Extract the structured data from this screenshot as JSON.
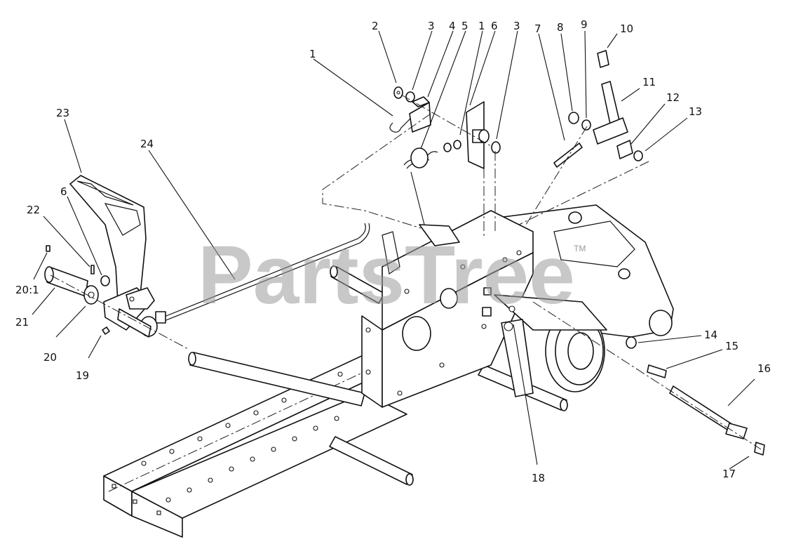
{
  "watermark": {
    "text": "PartsTree",
    "trademark": "TM"
  },
  "callouts": [
    {
      "id": "c1a",
      "label": "1"
    },
    {
      "id": "c2",
      "label": "2"
    },
    {
      "id": "c3a",
      "label": "3"
    },
    {
      "id": "c4",
      "label": "4"
    },
    {
      "id": "c5",
      "label": "5"
    },
    {
      "id": "c1b",
      "label": "1"
    },
    {
      "id": "c6a",
      "label": "6"
    },
    {
      "id": "c3b",
      "label": "3"
    },
    {
      "id": "c7",
      "label": "7"
    },
    {
      "id": "c8",
      "label": "8"
    },
    {
      "id": "c9",
      "label": "9"
    },
    {
      "id": "c10",
      "label": "10"
    },
    {
      "id": "c11",
      "label": "11"
    },
    {
      "id": "c12",
      "label": "12"
    },
    {
      "id": "c13",
      "label": "13"
    },
    {
      "id": "c23",
      "label": "23"
    },
    {
      "id": "c24",
      "label": "24"
    },
    {
      "id": "c22",
      "label": "22"
    },
    {
      "id": "c6b",
      "label": "6"
    },
    {
      "id": "c201",
      "label": "20:1"
    },
    {
      "id": "c21",
      "label": "21"
    },
    {
      "id": "c20",
      "label": "20"
    },
    {
      "id": "c19",
      "label": "19"
    },
    {
      "id": "c14",
      "label": "14"
    },
    {
      "id": "c15",
      "label": "15"
    },
    {
      "id": "c16",
      "label": "16"
    },
    {
      "id": "c17",
      "label": "17"
    },
    {
      "id": "c18",
      "label": "18"
    }
  ]
}
